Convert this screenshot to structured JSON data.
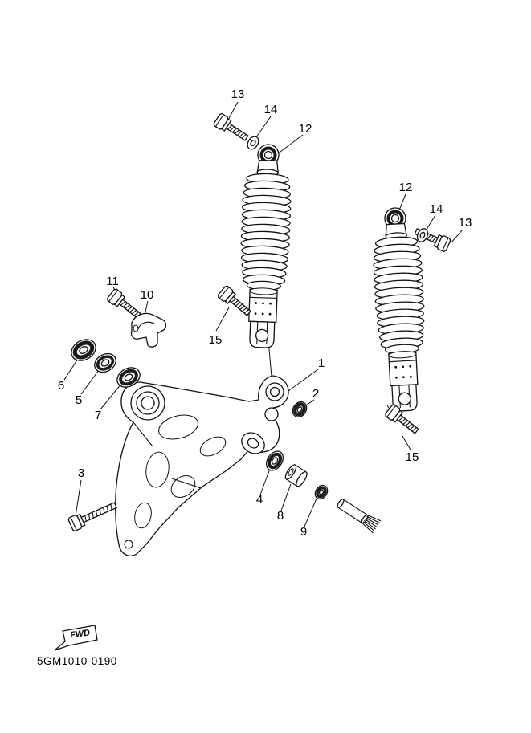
{
  "diagram": {
    "code": "5GM1010-0190",
    "fwd": "FWD",
    "callouts": {
      "c1": "1",
      "c2": "2",
      "c3": "3",
      "c4": "4",
      "c5": "5",
      "c6": "6",
      "c7": "7",
      "c8": "8",
      "c9": "9",
      "c10": "10",
      "c11": "11",
      "c12": "12",
      "c13": "13",
      "c14": "14",
      "c15": "15"
    }
  }
}
